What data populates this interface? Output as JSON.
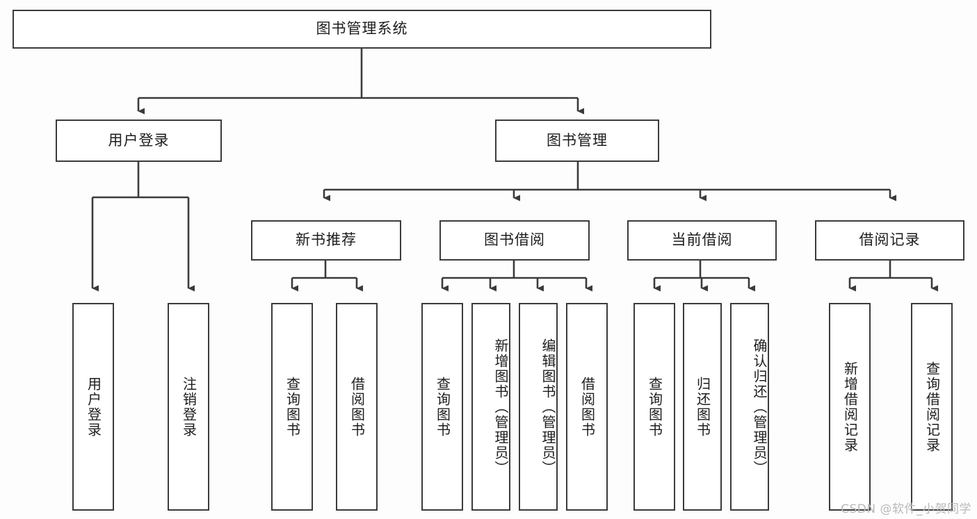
{
  "diagram": {
    "title": "图书管理系统",
    "type": "functional-structure-tree",
    "background_color": "#fdfdfd",
    "node_border_color": "#3b3b3b",
    "node_fill_color": "#ffffff",
    "edge_color": "#3b3b3b",
    "watermark": "CSDN @软件_小贺同学"
  },
  "nodes": {
    "root": {
      "label": "图书管理系统"
    },
    "level2": [
      {
        "id": "user-login",
        "label": "用户登录"
      },
      {
        "id": "book-manage",
        "label": "图书管理"
      }
    ],
    "level3": [
      {
        "id": "new-book-recommend",
        "label": "新书推荐"
      },
      {
        "id": "book-borrow",
        "label": "图书借阅"
      },
      {
        "id": "current-borrow",
        "label": "当前借阅"
      },
      {
        "id": "borrow-record",
        "label": "借阅记录"
      }
    ],
    "leaves": {
      "user-login": [
        {
          "id": "leaf-user-login",
          "label": "用户登录"
        },
        {
          "id": "leaf-user-logout",
          "label": "注销登录"
        }
      ],
      "new-book-recommend": [
        {
          "id": "leaf-query-book-1",
          "label": "查询图书"
        },
        {
          "id": "leaf-borrow-book-1",
          "label": "借阅图书"
        }
      ],
      "book-borrow": [
        {
          "id": "leaf-query-book-2",
          "label": "查询图书"
        },
        {
          "id": "leaf-add-book",
          "label": "新增图书（管理员）"
        },
        {
          "id": "leaf-edit-book",
          "label": "编辑图书（管理员）"
        },
        {
          "id": "leaf-borrow-book-2",
          "label": "借阅图书"
        }
      ],
      "current-borrow": [
        {
          "id": "leaf-query-book-3",
          "label": "查询图书"
        },
        {
          "id": "leaf-return-book",
          "label": "归还图书"
        },
        {
          "id": "leaf-confirm-return",
          "label": "确认归还（管理员）"
        }
      ],
      "borrow-record": [
        {
          "id": "leaf-add-record",
          "label": "新增借阅记录"
        },
        {
          "id": "leaf-query-record",
          "label": "查询借阅记录"
        }
      ]
    }
  }
}
